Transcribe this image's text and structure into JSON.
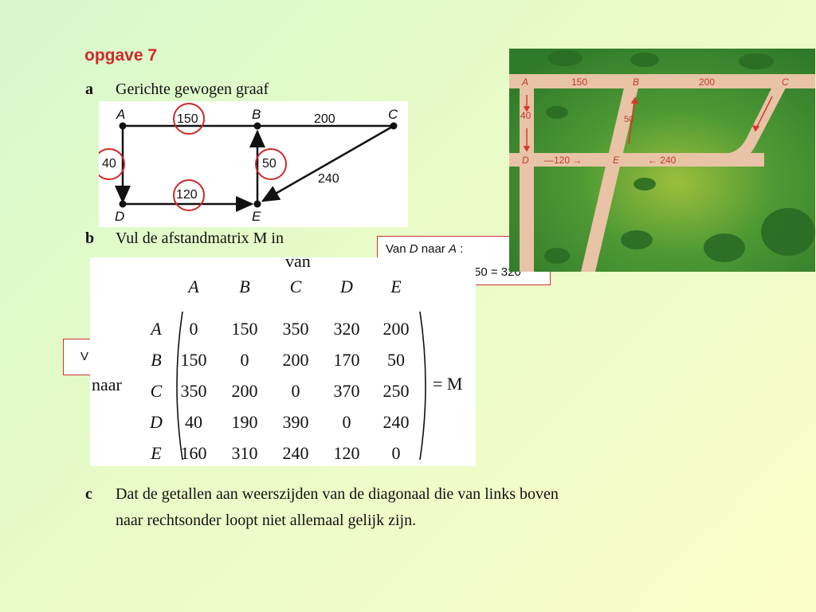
{
  "title": "opgave 7",
  "part_a": {
    "letter": "a",
    "text": "Gerichte gewogen graaf"
  },
  "part_b": {
    "letter": "b",
    "text": "Vul de afstandmatrix M in"
  },
  "part_c": {
    "letter": "c",
    "line1": "Dat de getallen aan weerszijden van de diagonaal die van links boven",
    "line2": "naar rechtsonder loopt niet allemaal gelijk zijn."
  },
  "graph": {
    "nodes": [
      "A",
      "B",
      "C",
      "D",
      "E"
    ],
    "edge_labels": [
      "150",
      "200",
      "40",
      "50",
      "240",
      "120"
    ]
  },
  "callout1": {
    "van": "Van ",
    "from": "D",
    "naar": " naar ",
    "to": "A",
    "colon": " :",
    "formula": "50 = 320"
  },
  "callout2": {
    "text": "V"
  },
  "matrix": {
    "van_label": "van",
    "naar_label": "naar",
    "cols": [
      "A",
      "B",
      "C",
      "D",
      "E"
    ],
    "rows": [
      "A",
      "B",
      "C",
      "D",
      "E"
    ],
    "values": [
      [
        "0",
        "150",
        "350",
        "320",
        "200"
      ],
      [
        "150",
        "0",
        "200",
        "170",
        "50"
      ],
      [
        "350",
        "200",
        "0",
        "370",
        "250"
      ],
      [
        "40",
        "190",
        "390",
        "0",
        "240"
      ],
      [
        "160",
        "310",
        "240",
        "120",
        "0"
      ]
    ],
    "equals": "= M"
  },
  "map": {
    "colors": {
      "grass": "#3f8a2e",
      "road": "#e8c3a6",
      "arrow": "#d23a2a"
    },
    "labels": [
      "A",
      "150",
      "B",
      "200",
      "C",
      "40",
      "50",
      "D",
      "—120 →",
      "E",
      "← 240"
    ]
  }
}
